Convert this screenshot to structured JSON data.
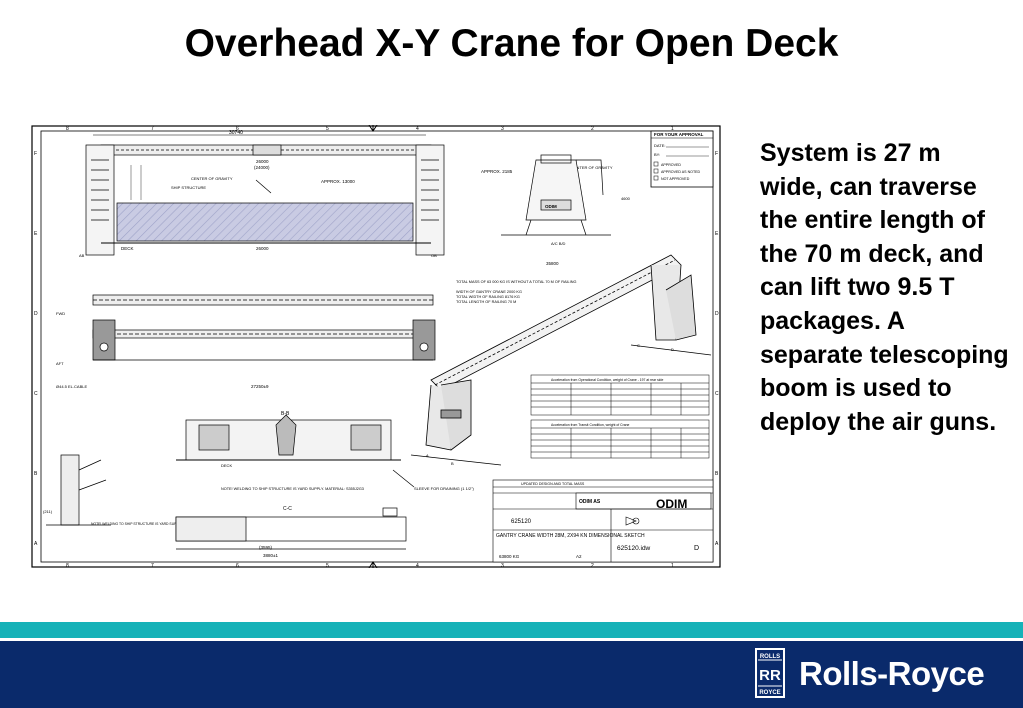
{
  "slide": {
    "title": "Overhead X-Y Crane for Open Deck",
    "body": "System is 27 m wide, can traverse the entire length of the 70 m deck, and can lift two 9.5 T packages. A separate telescoping boom is used to deploy the air guns."
  },
  "drawing": {
    "approval_box": {
      "heading": "FOR YOUR APPROVAL",
      "date_label": "DATE:",
      "by_label": "BY:",
      "options": [
        "APPROVED",
        "APPROVED AS NOTED",
        "NOT APPROVED"
      ]
    },
    "dims": {
      "overall_width": "30740",
      "inner_width": "26000",
      "inner_width_2": "(24000)",
      "approx_length": "APPROX. 13000",
      "deck_width": "26000",
      "approx_2185": "APPROX. 2185",
      "side_height": "4600",
      "side_base": "35800",
      "plan_width": "27250±9",
      "rail_dims": "3880±1",
      "rail_dims_2": "(3595)"
    },
    "labels": {
      "center_of_gravity": "CENTER OF GRAVITY",
      "center_of_gravity_2": "CENTER OF GRAVITY",
      "ship_structure": "SHIP STRUCTURE",
      "deck": "DECK",
      "deck_2": "DECK",
      "el_cable": "Ø44.5 EL.CABLE",
      "section_bb": "B-B",
      "section_cc": "C-C",
      "sleeve_note": "SLEEVE FOR DRAINING  (1 1/2\")",
      "note_welding": "NOTE! WELDING TO SHIP STRUCTURE IS YARD SUPPLY. MATERIAL: S355J2G3",
      "note_welding_2": "NOTE! WELDING TO SHIP STRUCTURE IS YARD SUPPLY. MATERIAL: S355J2G3",
      "total_mass": "TOTAL MASS OF 63 000 KG IS WITHOUT A TOTAL 70 M OF RAILING"
    },
    "title_block": {
      "company": "ODIM AS",
      "logo": "ODIM",
      "drawing_number": "625120",
      "file": "625120.idw",
      "revision": "D",
      "description": "GANTRY CRANE WIDTH 28M, 2X94 KN DIMENSIONAL SKETCH",
      "sheet": "A2",
      "weight": "63800 KG",
      "rev_note": "UPDATED DESIGN AND TOTAL MASS"
    },
    "tables": {
      "table1_title": "Acceleration from Operational Condition, weight of Crane - 197 at rear side",
      "table2_title": "Acceleration from Transit Condition, weight of Crane"
    }
  },
  "footer": {
    "brand": "Rolls-Royce",
    "badge_top": "ROLLS",
    "badge_mid": "RR",
    "badge_bottom": "ROYCE"
  },
  "colors": {
    "teal": "#16b2b8",
    "navy": "#0a2a6b",
    "hatch": "#b7b9d6"
  }
}
